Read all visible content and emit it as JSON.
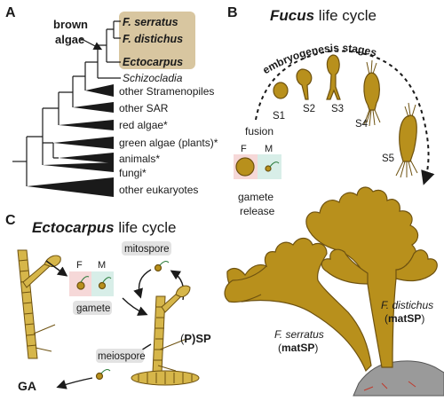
{
  "panelA": {
    "letter": "A",
    "brown_algae_line1": "brown",
    "brown_algae_line2": "algae",
    "taxa": [
      "F. serratus",
      "F. distichus",
      "Ectocarpus",
      "Schizocladia",
      "other Stramenopiles",
      "other SAR",
      "red algae*",
      "green algae (plants)*",
      "animals*",
      "fungi*",
      "other eukaryotes"
    ],
    "highlight_color": "#d8c6a0"
  },
  "panelB": {
    "letter": "B",
    "title_italic": "Fucus",
    "title_rest": " life cycle",
    "arc_label": "embryogenesis stages",
    "stages": [
      "S1",
      "S2",
      "S3",
      "S4",
      "S5"
    ],
    "fusion": "fusion",
    "f_label": "F",
    "m_label": "M",
    "gamete_release_1": "gamete",
    "gamete_release_2": "release",
    "serratus_name": "F. serratus",
    "serratus_sp": "matSP",
    "distichus_name": "F. distichus",
    "distichus_sp": "matSP"
  },
  "panelC": {
    "letter": "C",
    "title_italic": "Ectocarpus",
    "title_rest": " life cycle",
    "f_label": "F",
    "m_label": "M",
    "gamete": "gamete",
    "mitospore": "mitospore",
    "meiospore": "meiospore",
    "sp_open": "(",
    "sp_p": "P",
    "sp_close": ")SP",
    "ga": "GA"
  },
  "colors": {
    "alga": "#b8901c",
    "female_box": "#f6d8d8",
    "male_box": "#d8eee8"
  }
}
